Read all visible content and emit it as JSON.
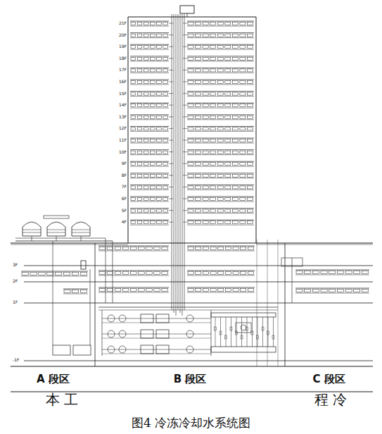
{
  "diagram": {
    "caption": "图4  冷冻冷却水系统图",
    "nodes": [
      {
        "text": [
          "A 段区"
        ]
      },
      {
        "text": [
          "B 段区"
        ]
      },
      {
        "text": [
          "C 段区"
        ]
      }
    ],
    "labels": [
      "21F",
      "20F",
      "19F",
      "18F",
      "17F",
      "16F",
      "15F",
      "14F",
      "13F",
      "12F",
      "11F",
      "10F",
      "9F",
      "8F",
      "7F",
      "6F",
      "5F",
      "4F",
      "3F",
      "2F",
      "1F",
      "-1F",
      "本 工",
      "程 冷"
    ]
  }
}
